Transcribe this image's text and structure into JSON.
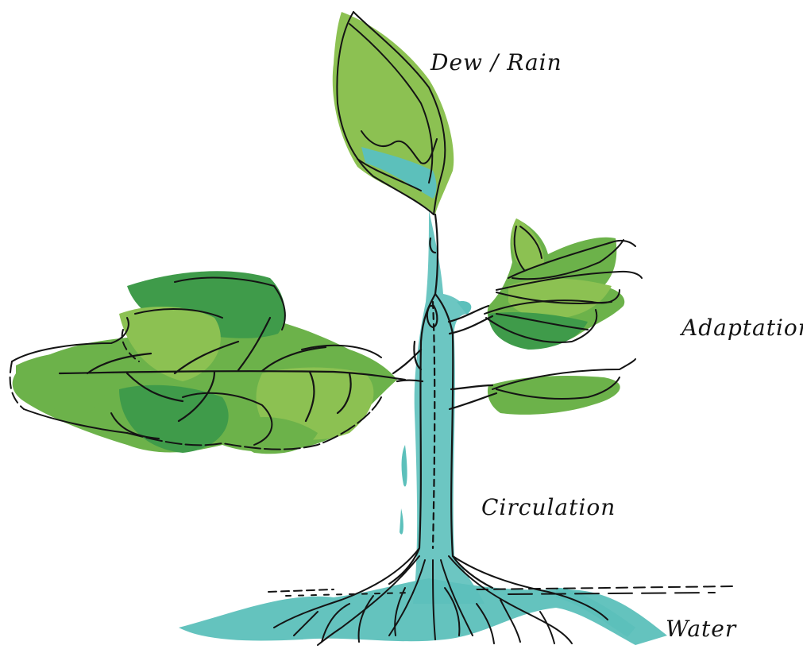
{
  "labels": {
    "dew_rain": "Dew / Rain",
    "adaptation": "Adaptation",
    "circulation": "Circulation",
    "water": "Water"
  },
  "colors": {
    "leaf_light": "#8cc152",
    "leaf_mid": "#6cb24a",
    "leaf_dark": "#3f9b4a",
    "water_teal": "#5cc0bb",
    "ink": "#141414"
  },
  "icons": [
    "plant-icon"
  ]
}
